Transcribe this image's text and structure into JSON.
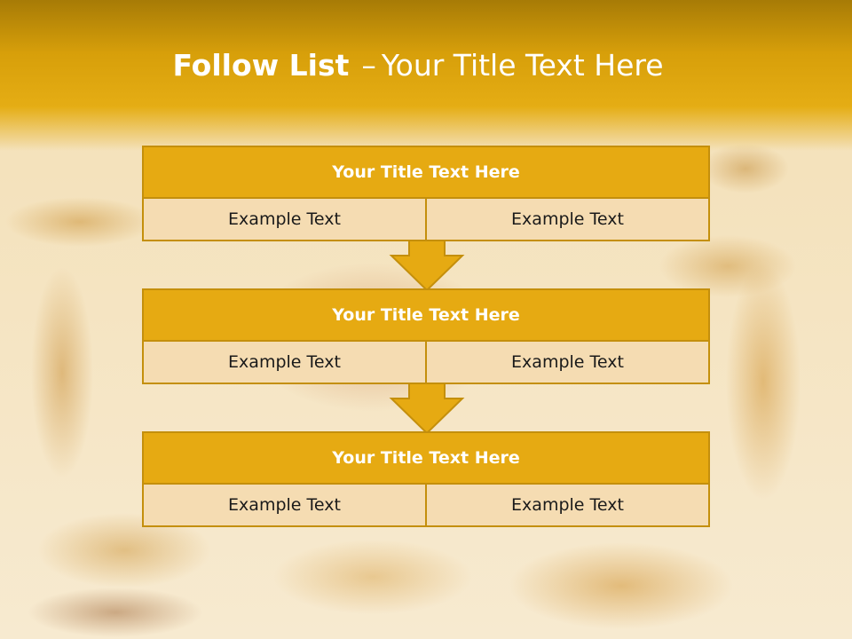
{
  "slide": {
    "title_bold": "Follow List",
    "title_separator": "–",
    "title_rest": "Your Title Text Here"
  },
  "steps": [
    {
      "title": "Your Title Text Here",
      "left": "Example Text",
      "right": "Example Text"
    },
    {
      "title": "Your Title Text Here",
      "left": "Example Text",
      "right": "Example Text"
    },
    {
      "title": "Your Title Text Here",
      "left": "Example Text",
      "right": "Example Text"
    }
  ],
  "colors": {
    "header_dark": "#a77b06",
    "accent": "#e6aa12",
    "border": "#c48f0c",
    "cell_fill": "#f5dcb2"
  },
  "icons": {
    "arrow": "down-arrow-icon"
  }
}
